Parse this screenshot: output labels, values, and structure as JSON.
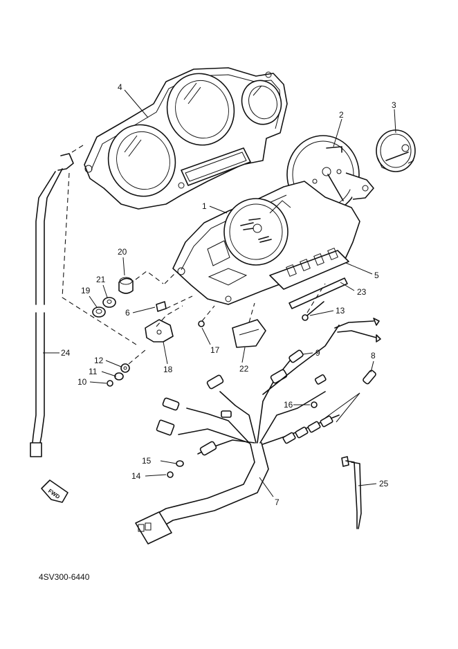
{
  "diagram": {
    "part_code": "4SV300-6440",
    "direction_label": "FWD",
    "callouts": [
      {
        "id": "1",
        "label": "1"
      },
      {
        "id": "2",
        "label": "2"
      },
      {
        "id": "3",
        "label": "3"
      },
      {
        "id": "4",
        "label": "4"
      },
      {
        "id": "5",
        "label": "5"
      },
      {
        "id": "6",
        "label": "6"
      },
      {
        "id": "7",
        "label": "7"
      },
      {
        "id": "8",
        "label": "8"
      },
      {
        "id": "9",
        "label": "9"
      },
      {
        "id": "10",
        "label": "10"
      },
      {
        "id": "11",
        "label": "11"
      },
      {
        "id": "12",
        "label": "12"
      },
      {
        "id": "13",
        "label": "13"
      },
      {
        "id": "14",
        "label": "14"
      },
      {
        "id": "15",
        "label": "15"
      },
      {
        "id": "16",
        "label": "16"
      },
      {
        "id": "17",
        "label": "17"
      },
      {
        "id": "18",
        "label": "18"
      },
      {
        "id": "19",
        "label": "19"
      },
      {
        "id": "20",
        "label": "20"
      },
      {
        "id": "21",
        "label": "21"
      },
      {
        "id": "22",
        "label": "22"
      },
      {
        "id": "23",
        "label": "23"
      },
      {
        "id": "24",
        "label": "24"
      },
      {
        "id": "25",
        "label": "25"
      }
    ]
  }
}
